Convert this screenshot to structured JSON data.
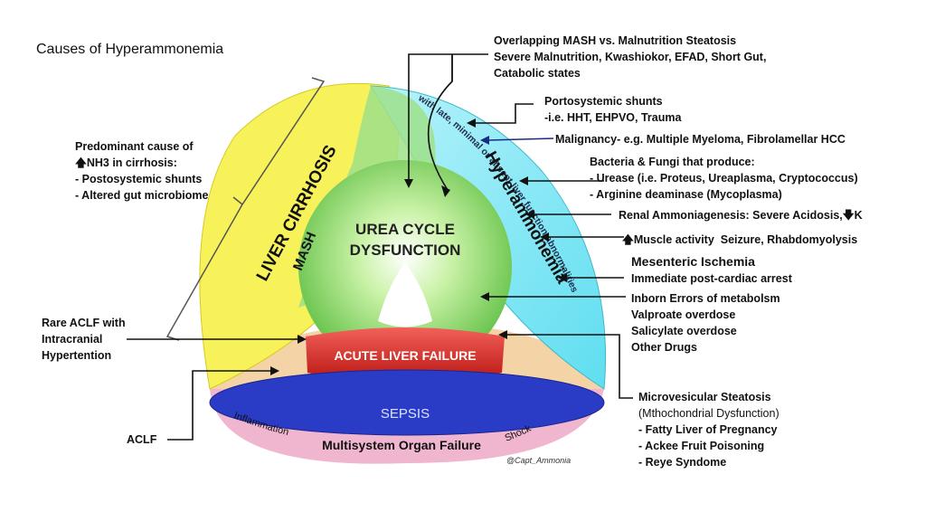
{
  "title": "Causes of Hyperammonemia",
  "center": {
    "urea_line1": "UREA CYCLE",
    "urea_line2": "DYSFUNCTION",
    "alf": "ACUTE LIVER FAILURE",
    "sepsis": "SEPSIS",
    "liver_cirrhosis": "LIVER CIRRHOSIS",
    "mash": "MASH",
    "hyperammonemia": "Hyperammonemia",
    "arc_text": "with late, minimal or absent liver function abnormalities",
    "inflammation": "Inflammation",
    "shock": "Shock",
    "mof": "Multisystem Organ Failure",
    "signature": "@Capt_Ammonia"
  },
  "left": {
    "cirrhosis_lines": [
      "Predominant cause of",
      "NH3 in cirrhosis:",
      "- Postosystemic shunts",
      "- Altered gut microbiome"
    ],
    "rare_lines": [
      "Rare ACLF with",
      "Intracranial",
      "Hypertention"
    ],
    "aclf": "ACLF"
  },
  "right": {
    "overlap_lines": [
      "Overlapping MASH vs. Malnutrition Steatosis",
      "Severe Malnutrition, Kwashiokor, EFAD, Short Gut,",
      "Catabolic states"
    ],
    "porto_lines": [
      "Portosystemic shunts",
      "-i.e. HHT, EHPVO, Trauma"
    ],
    "malignancy": "Malignancy- e.g. Multiple Myeloma, Fibrolamellar HCC",
    "bacteria_lines": [
      "Bacteria & Fungi that produce:",
      "- Urease (i.e. Proteus, Ureaplasma, Cryptococcus)",
      "- Arginine deaminase (Mycoplasma)"
    ],
    "renal": "Renal Ammoniagenesis: Severe Acidosis,",
    "renal_k": "K",
    "muscle": "Muscle activity",
    "muscle_b": "Seizure, Rhabdomyolysis",
    "mesenteric": "Mesenteric Ischemia",
    "immediate": "Immediate post-cardiac arrest",
    "inborn_lines": [
      "Inborn Errors of metabolsm",
      "Valproate overdose",
      "Salicylate overdose",
      "Other Drugs"
    ],
    "micro_lines": [
      "Microvesicular Steatosis",
      "(Mthochondrial Dysfunction)",
      "- Fatty Liver of Pregnancy",
      "- Ackee Fruit Poisoning",
      "- Reye Syndome"
    ]
  },
  "colors": {
    "yellow": "#f8f25a",
    "cyan": "#7ee8f5",
    "green": "#8fe07a",
    "red": "#e0241f",
    "blue": "#2a3cc6",
    "pink": "#f0b6cf",
    "peach": "#f3cf9d"
  }
}
